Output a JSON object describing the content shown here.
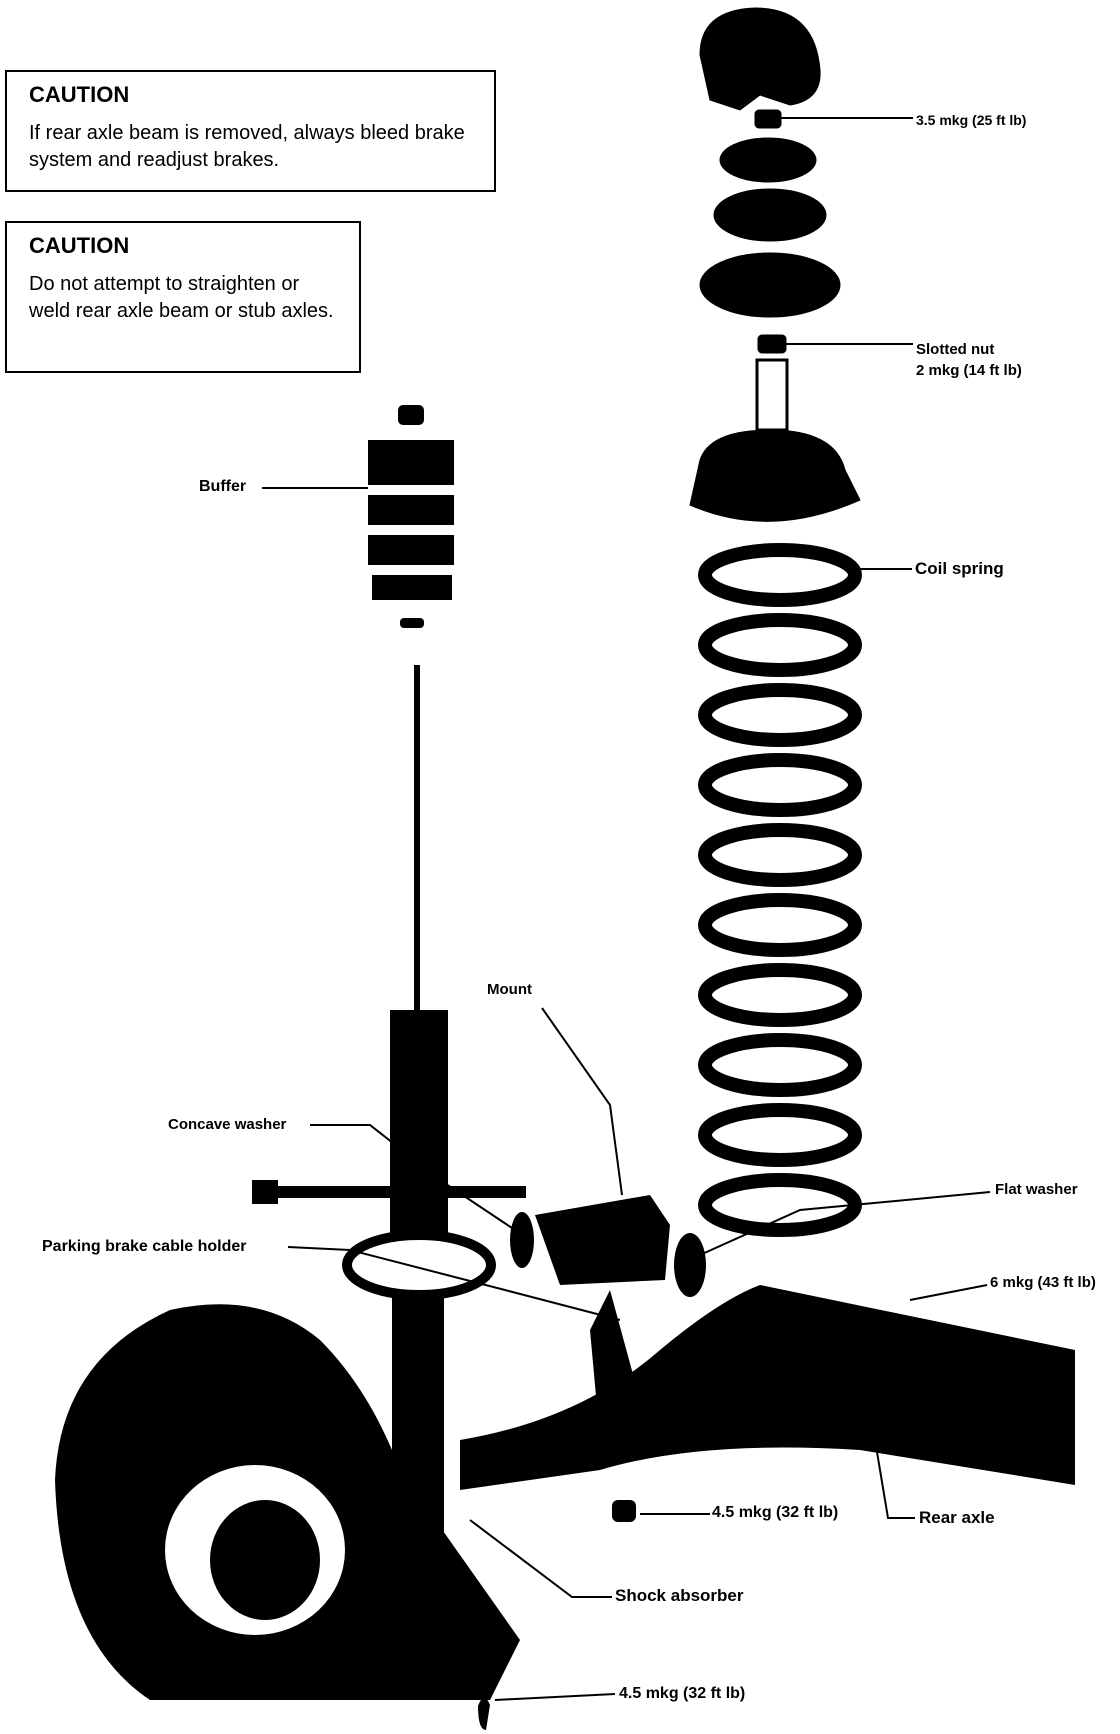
{
  "cautions": [
    {
      "heading": "CAUTION",
      "text": "If rear axle beam is removed, always bleed brake system and readjust brakes."
    },
    {
      "heading": "CAUTION",
      "text": "Do not attempt to straighten or weld rear axle beam or stub axles."
    }
  ],
  "labels": {
    "torque_top": "3.5 mkg (25 ft lb)",
    "slotted_nut": "Slotted nut",
    "slotted_nut_torque": "2 mkg (14 ft lb)",
    "buffer": "Buffer",
    "coil_spring": "Coil spring",
    "mount": "Mount",
    "concave_washer": "Concave washer",
    "flat_washer": "Flat washer",
    "parking_brake_cable_holder": "Parking brake cable holder",
    "torque_6": "6 mkg (43 ft lb)",
    "torque_45_mid": "4.5 mkg (32 ft lb)",
    "rear_axle": "Rear axle",
    "shock_absorber": "Shock absorber",
    "torque_45_bottom": "4.5 mkg (32 ft lb)"
  }
}
